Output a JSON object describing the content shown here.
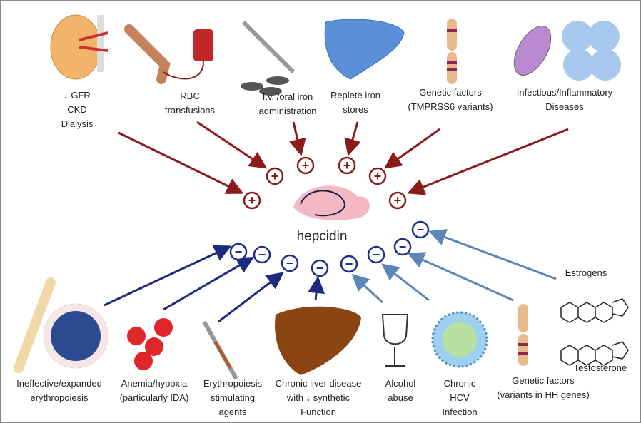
{
  "center_label": "hepcidin",
  "plus_symbol": "+",
  "minus_symbol": "−",
  "colors": {
    "increase": "#8b1a1a",
    "decrease_dark": "#1c2a80",
    "decrease_light": "#5b86b8",
    "minus_circle": "#1f2d8a"
  },
  "increasers": [
    {
      "lines": [
        "↓ GFR",
        "CKD",
        "Dialysis"
      ],
      "icon": "kidney-icon"
    },
    {
      "lines": [
        "RBC",
        "transfusions"
      ],
      "icon": "blood-transfusion-icon"
    },
    {
      "lines": [
        "I.v. /oral iron",
        "administration"
      ],
      "icon": "syringe-pills-icon"
    },
    {
      "lines": [
        "Replete iron",
        "stores"
      ],
      "icon": "liver-icon"
    },
    {
      "lines": [
        "Genetic factors",
        "(TMPRSS6 variants)"
      ],
      "icon": "chromosome-icon"
    },
    {
      "lines": [
        "Infectious/Inflammatory",
        "Diseases"
      ],
      "icon": "bacteria-cells-icon"
    }
  ],
  "decreasers": [
    {
      "lines": [
        "Ineffective/expanded",
        "erythropoiesis"
      ],
      "icon": "bone-marrow-icon"
    },
    {
      "lines": [
        "Anemia/hypoxia",
        "(particularly IDA)"
      ],
      "icon": "red-blood-cells-icon"
    },
    {
      "lines": [
        "Erythropoiesis",
        "stimulating",
        "agents"
      ],
      "icon": "syringe-icon"
    },
    {
      "lines": [
        "Chronic liver disease",
        "with ↓ synthetic",
        "Function"
      ],
      "icon": "cirrhotic-liver-icon"
    },
    {
      "lines": [
        "Alcohol",
        "abuse"
      ],
      "icon": "wine-glass-icon"
    },
    {
      "lines": [
        "Chronic",
        "HCV",
        "Infection"
      ],
      "icon": "virus-icon"
    },
    {
      "lines": [
        "Genetic factors",
        "(variants in HH genes)"
      ],
      "icon": "chromosome-icon"
    }
  ],
  "hormones": {
    "estrogens": "Estrogens",
    "testosterone": "Testosterone"
  }
}
